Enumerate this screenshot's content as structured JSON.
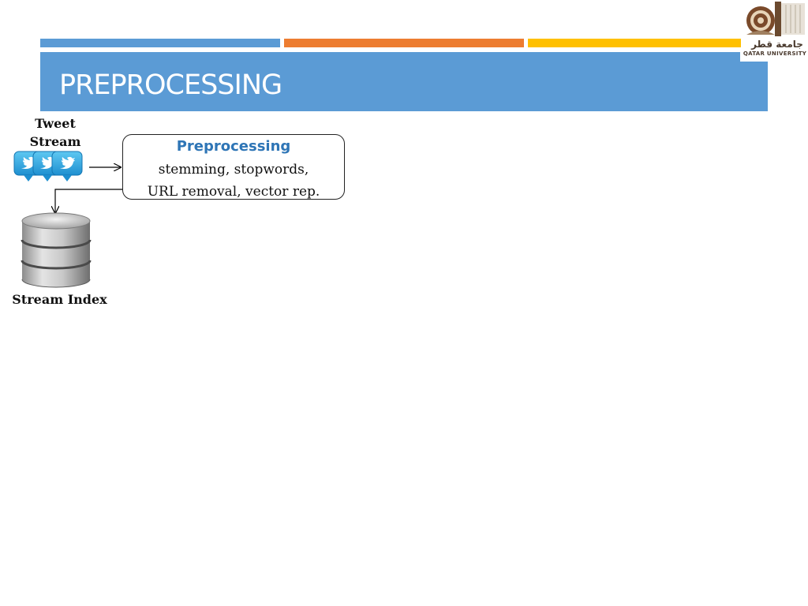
{
  "header": {
    "title": "PREPROCESSING",
    "stripe_colors": [
      "#5b9bd5",
      "#ed7d31",
      "#ffc000"
    ],
    "title_bar_color": "#5b9bd5"
  },
  "logo": {
    "arabic": "جامعة قطر",
    "english": "QATAR UNIVERSITY"
  },
  "diagram": {
    "nodes": {
      "tweet_stream": {
        "label": "Tweet Stream",
        "icon": "twitter-bird-icon"
      },
      "preprocessing": {
        "title": "Preprocessing",
        "line1": "stemming, stopwords,",
        "line2": "URL removal, vector rep."
      },
      "stream_index": {
        "label": "Stream Index",
        "icon": "database-icon"
      }
    },
    "edges": [
      {
        "from": "tweet_stream",
        "to": "preprocessing"
      },
      {
        "from": "preprocessing",
        "to": "stream_index"
      }
    ]
  }
}
